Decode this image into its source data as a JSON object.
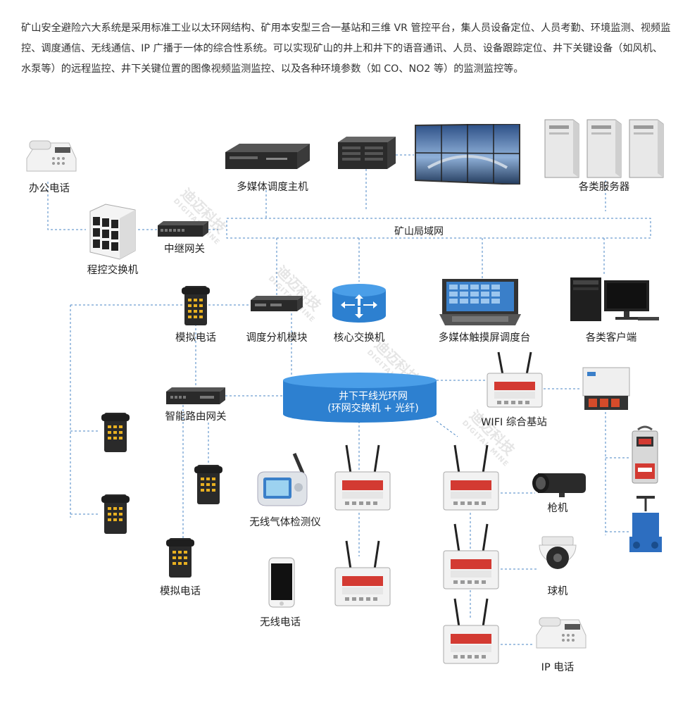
{
  "intro": "矿山安全避险六大系统是采用标准工业以太环网结构、矿用本安型三合一基站和三维 VR 管控平台，集人员设备定位、人员考勤、环境监测、视频监控、调度通信、无线通信、IP 广播于一体的综合性系统。可以实现矿山的井上和井下的语音通讯、人员、设备跟踪定位、井下关键设备（如风机、水泵等）的远程监控、井下关键位置的图像视频监测监控、以及各种环境参数（如 CO、NO2 等）的监测监控等。",
  "labels": {
    "office_phone": "办公电话",
    "media_host": "多媒体调度主机",
    "servers": "各类服务器",
    "relay_gateway": "中继网关",
    "mine_lan": "矿山局域网",
    "pbx": "程控交换机",
    "analog_phone_top": "模拟电话",
    "dispatch_module": "调度分机模块",
    "core_switch": "核心交换机",
    "touch_console": "多媒体触摸屏调度台",
    "clients": "各类客户端",
    "ring_line1": "井下干线光环网",
    "ring_line2": "(环网交换机 + 光纤)",
    "wifi_station": "WIFI 综合基站",
    "smart_gateway": "智能路由网关",
    "gas_detector": "无线气体检测仪",
    "gun_camera": "枪机",
    "dome_camera": "球机",
    "analog_phone_bottom": "模拟电话",
    "wireless_phone": "无线电话",
    "ip_phone": "IP 电话"
  },
  "watermark": {
    "cn": "迪迈科技",
    "en": "DIGITAL MINE"
  },
  "colors": {
    "line": "#4a86c5",
    "ring": "#2d80d0",
    "base_red": "#d33a32"
  }
}
